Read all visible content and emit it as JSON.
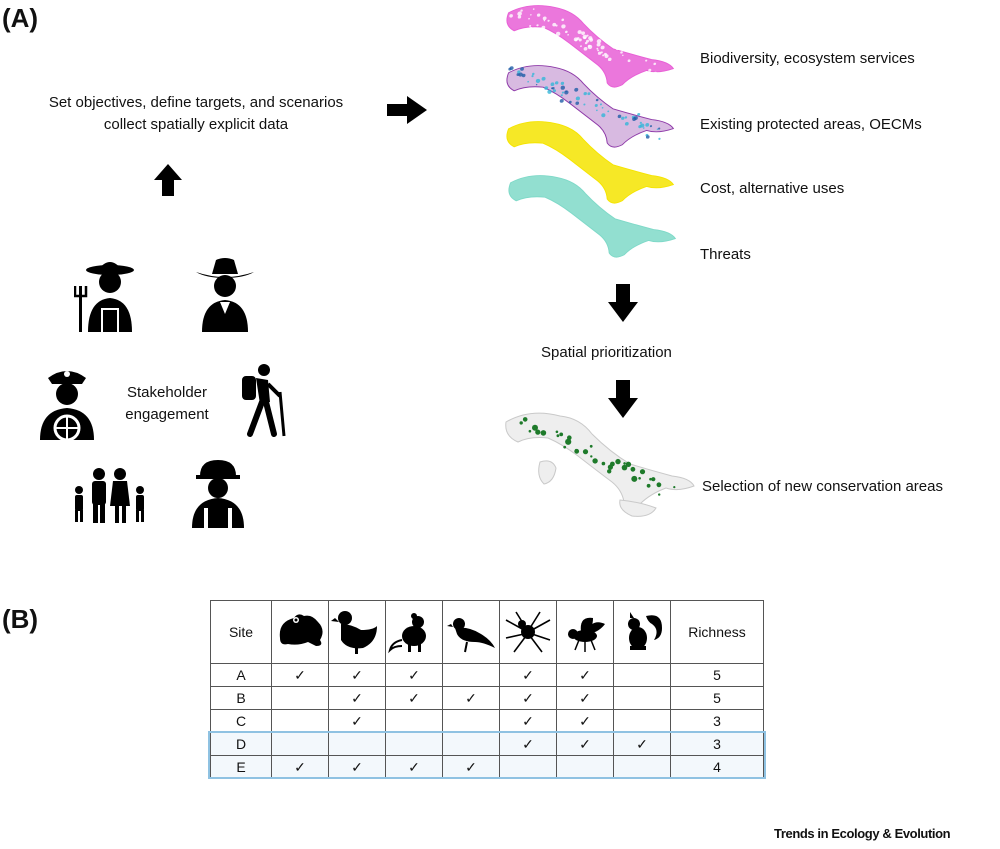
{
  "panel_a": {
    "label": "(A)",
    "objectives": {
      "line1": "Set objectives, define targets, and scenarios",
      "line2": "collect spatially explicit data"
    },
    "stakeholder": {
      "line1": "Stakeholder",
      "line2": "engagement"
    },
    "layers": [
      {
        "label": "Biodiversity, ecosystem services",
        "color": "#e85fd6"
      },
      {
        "label": "Existing protected areas, OECMs",
        "color": "#8e3aa8"
      },
      {
        "label": "Cost, alternative uses",
        "color": "#f5e400"
      },
      {
        "label": "Threats",
        "color": "#7fd9c8"
      }
    ],
    "prioritization": "Spatial prioritization",
    "selection": "Selection of new conservation areas",
    "selection_color": "#1e7a2a",
    "icons": [
      "farmer-icon",
      "cowboy-icon",
      "police-officer-icon",
      "hiker-icon",
      "family-icon",
      "construction-worker-icon"
    ]
  },
  "panel_b": {
    "label": "(B)",
    "header": {
      "site": "Site",
      "richness": "Richness"
    },
    "species_icons": [
      "frog-icon",
      "duck-icon",
      "rodent-icon",
      "bird-icon",
      "spider-icon",
      "fly-icon",
      "squirrel-icon"
    ],
    "check": "✓",
    "rows": [
      {
        "site": "A",
        "presence": [
          1,
          1,
          1,
          0,
          1,
          1,
          0
        ],
        "richness": "5"
      },
      {
        "site": "B",
        "presence": [
          0,
          1,
          1,
          1,
          1,
          1,
          0
        ],
        "richness": "5"
      },
      {
        "site": "C",
        "presence": [
          0,
          1,
          0,
          0,
          1,
          1,
          0
        ],
        "richness": "3"
      },
      {
        "site": "D",
        "presence": [
          0,
          0,
          0,
          0,
          1,
          1,
          1
        ],
        "richness": "3"
      },
      {
        "site": "E",
        "presence": [
          1,
          1,
          1,
          1,
          0,
          0,
          0
        ],
        "richness": "4"
      }
    ],
    "highlighted_sites": [
      "D",
      "E"
    ],
    "highlight_color": "#8fc2e2"
  },
  "footer": "Trends in Ecology & Evolution"
}
